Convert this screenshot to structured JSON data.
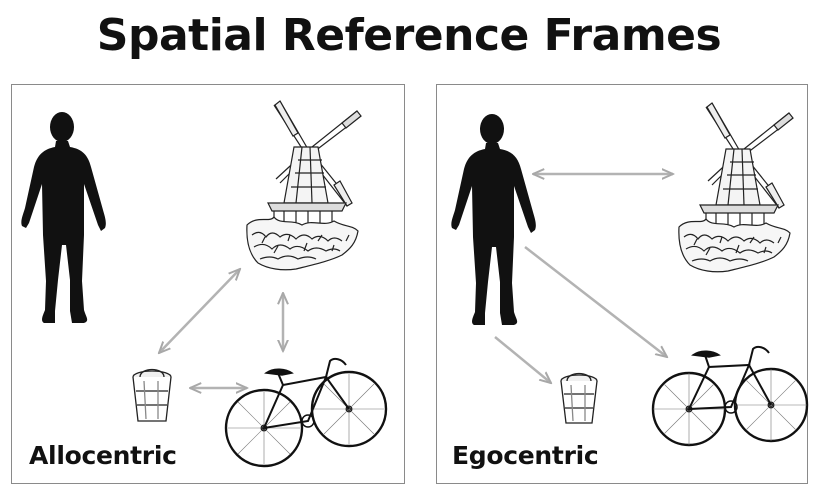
{
  "title": "Spatial Reference Frames",
  "panels": {
    "left": {
      "label": "Allocentric"
    },
    "right": {
      "label": "Egocentric"
    }
  },
  "colors": {
    "figure": "#111111",
    "arrow": "#b3b3b3",
    "border": "#8a8a8a",
    "text": "#111111"
  }
}
